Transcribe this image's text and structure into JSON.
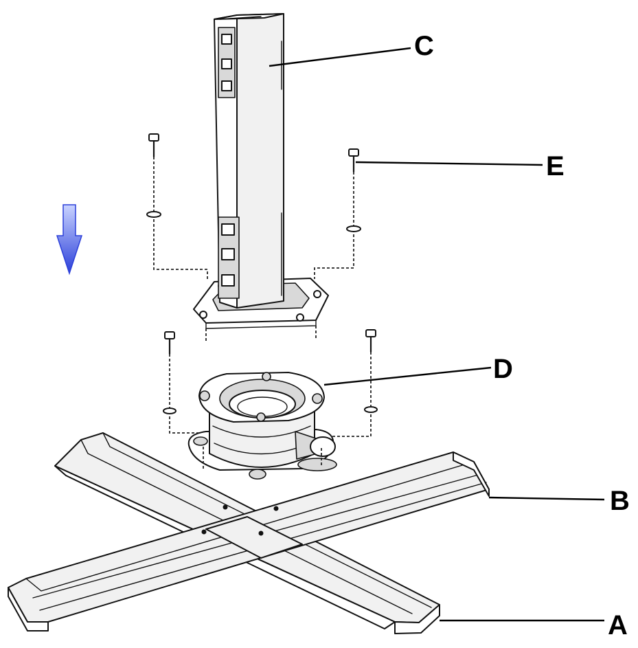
{
  "labels": {
    "a": "A",
    "b": "B",
    "c": "C",
    "d": "D",
    "e": "E"
  },
  "colors": {
    "arrow_top": "#c9d3ff",
    "arrow_bottom": "#2b3fd9",
    "line": "#111111"
  },
  "icons": {
    "direction": "down-arrow-icon"
  }
}
